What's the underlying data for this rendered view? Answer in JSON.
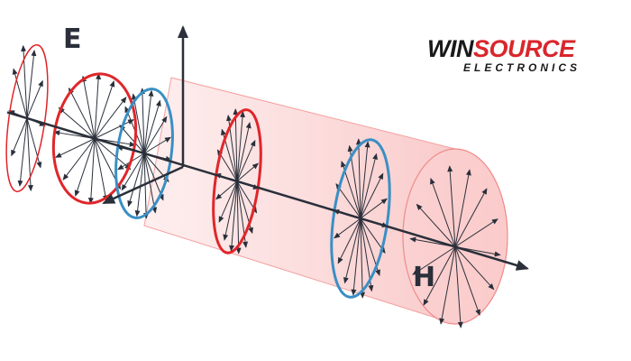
{
  "labels": {
    "e_field": "E",
    "h_field": "H"
  },
  "logo": {
    "part1": "WIN",
    "part2": "SOURCE",
    "subtitle": "ELECTRONICS"
  },
  "colors": {
    "e_ring": "#e0262a",
    "h_ring": "#3a8fc4",
    "cylinder": "#f7b9b9",
    "arrow": "#2a2f3a",
    "logo_red": "#d9262c"
  }
}
